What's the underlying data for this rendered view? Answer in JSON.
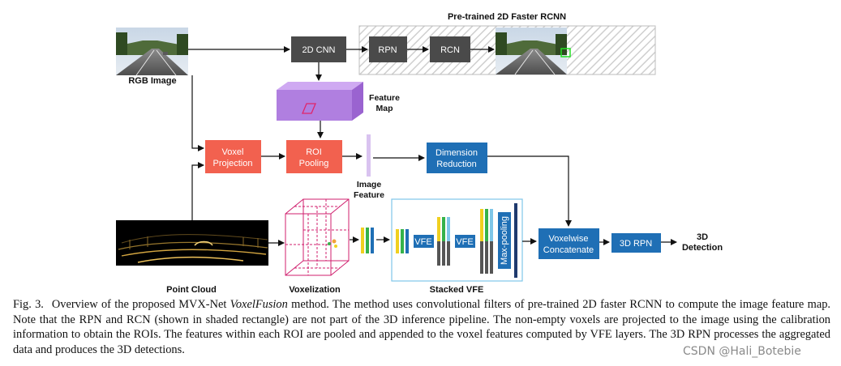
{
  "diagram": {
    "pretrained_title": "Pre-trained 2D Faster RCNN",
    "rgb_image_label": "RGB Image",
    "cnn_label": "2D CNN",
    "rpn_label": "RPN",
    "rcn_label": "RCN",
    "feature_map_label_1": "Feature",
    "feature_map_label_2": "Map",
    "voxel_projection_1": "Voxel",
    "voxel_projection_2": "Projection",
    "roi_pooling_1": "ROI",
    "roi_pooling_2": "Pooling",
    "image_feature_1": "Image",
    "image_feature_2": "Feature",
    "dim_reduction_1": "Dimension",
    "dim_reduction_2": "Reduction",
    "point_cloud_label": "Point Cloud",
    "voxelization_label": "Voxelization",
    "vfe_label": "VFE",
    "max_pooling_label": "Max-pooling",
    "stacked_vfe_label": "Stacked VFE",
    "voxelwise_1": "Voxelwise",
    "voxelwise_2": "Concatenate",
    "rpn3d_label": "3D RPN",
    "detection_1": "3D",
    "detection_2": "Detection",
    "colors": {
      "dark_box": "#4a4a4a",
      "salmon_box": "#f2614f",
      "blue_box": "#1f6fb5",
      "purple_map": "#b07fe0"
    }
  },
  "caption": {
    "fig_label": "Fig. 3.",
    "text_before": "Overview of the proposed MVX-Net ",
    "method_name": "VoxelFusion",
    "text_after": " method. The method uses convolutional filters of pre-trained 2D faster RCNN to compute the image feature map. Note that the RPN and RCN (shown in shaded rectangle) are not part of the 3D inference pipeline. The non-empty voxels are projected to the image using the calibration information to obtain the ROIs. The features within each ROI are pooled and appended to the voxel features computed by VFE layers. The 3D RPN processes the aggregated data and produces the 3D detections."
  },
  "watermark": "CSDN @Hali_Botebie"
}
